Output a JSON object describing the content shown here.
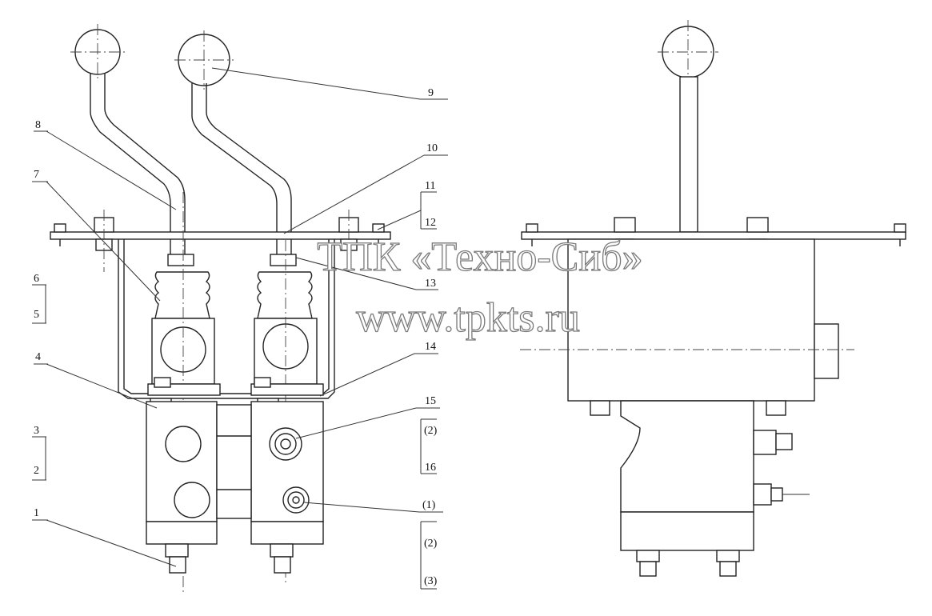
{
  "callouts": {
    "c1": "1",
    "c2": "2",
    "c3": "3",
    "c4": "4",
    "c5": "5",
    "c6": "6",
    "c7": "7",
    "c8": "8",
    "c9": "9",
    "c10": "10",
    "c11": "11",
    "c12": "12",
    "c13": "13",
    "c14": "14",
    "c15": "15",
    "c16": "16",
    "p1": "(1)",
    "p2a": "(2)",
    "p2b": "(2)",
    "p3": "(3)"
  },
  "watermark": {
    "line1": "ТПК «Техно-Сиб»",
    "line2": "www.tpkts.ru"
  }
}
